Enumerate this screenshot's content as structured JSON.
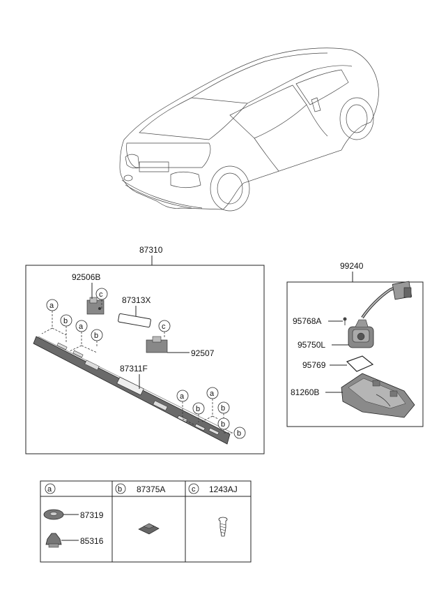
{
  "assembly": {
    "main_part": "87310",
    "camera_part": "99240"
  },
  "parts": {
    "p92506B": "92506B",
    "p87313X": "87313X",
    "p92507": "92507",
    "p87311F": "87311F",
    "p95768A": "95768A",
    "p95750L": "95750L",
    "p95769": "95769",
    "p81260B": "81260B"
  },
  "callouts": {
    "a": "a",
    "b": "b",
    "c": "c"
  },
  "legend": {
    "col_a_key": "a",
    "col_b_key": "b",
    "col_b_part": "87375A",
    "col_c_key": "c",
    "col_c_part": "1243AJ",
    "a_part_1": "87319",
    "a_part_2": "85316"
  }
}
